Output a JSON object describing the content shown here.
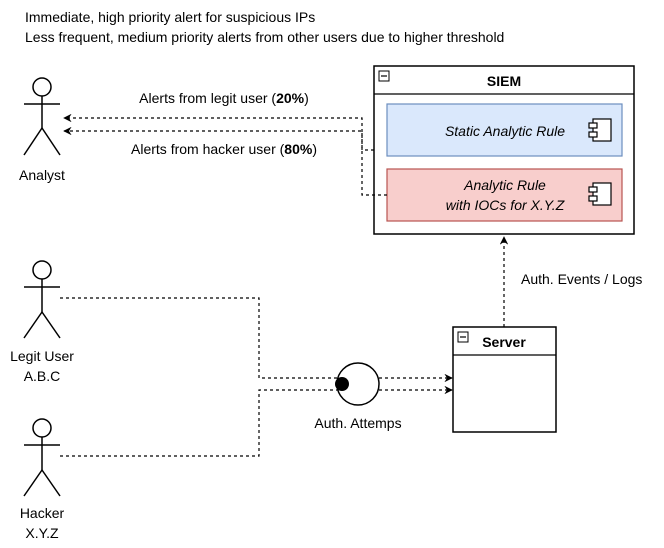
{
  "header": {
    "line1": "Immediate, high priority alert for suspicious IPs",
    "line2": "Less frequent, medium priority alerts from other users due to higher threshold"
  },
  "siem": {
    "title": "SIEM",
    "collapse_glyph": "−",
    "rule_static": "Static Analytic Rule",
    "rule_ioc_line1": "Analytic Rule",
    "rule_ioc_line2": "with IOCs for X.Y.Z",
    "static_color": "#dae8fc",
    "static_border": "#6c8ebf",
    "ioc_color": "#f8cecc",
    "ioc_border": "#b85450"
  },
  "server": {
    "title": "Server",
    "collapse_glyph": "−"
  },
  "actors": {
    "analyst": "Analyst",
    "legit_name": "Legit User",
    "legit_id": "A.B.C",
    "hacker_name": "Hacker",
    "hacker_id": "X.Y.Z"
  },
  "edges": {
    "alert_legit_prefix": "Alerts from legit user (",
    "alert_legit_pct": "20%",
    "alert_legit_suffix": ")",
    "alert_hacker_prefix": "Alerts from hacker user (",
    "alert_hacker_pct": "80%",
    "alert_hacker_suffix": ")",
    "auth_events": "Auth. Events / Logs",
    "auth_attempts": "Auth. Attemps"
  },
  "icons": {
    "component": "component-icon",
    "collapse": "minus-box-icon",
    "actor": "stick-figure-icon",
    "interface": "lollipop-interface-icon"
  }
}
